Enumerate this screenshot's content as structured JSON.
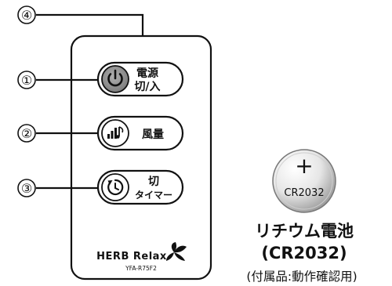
{
  "callouts": [
    "④",
    "①",
    "②",
    "③"
  ],
  "buttons": {
    "power": {
      "line1": "電源",
      "line2": "切/入"
    },
    "fan": {
      "label": "風量"
    },
    "timer": {
      "line1": "切",
      "line2": "タイマー"
    }
  },
  "remote": {
    "brand": "HERB Relax",
    "model": "YFA-R75F2"
  },
  "battery": {
    "symbol": "+",
    "model": "CR2032",
    "name": "リチウム電池",
    "model_paren": "(CR2032)",
    "note": "(付属品:動作確認用)"
  }
}
